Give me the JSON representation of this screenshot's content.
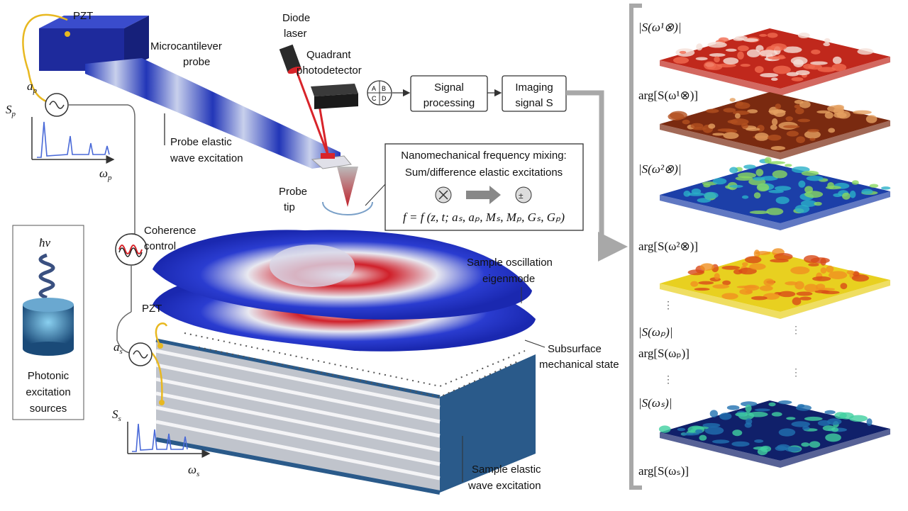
{
  "probe": {
    "pzt_label": "PZT",
    "cantilever_label_line1": "Microcantilever",
    "cantilever_label_line2": "probe",
    "amplitude_label": "a",
    "amplitude_sub": "p",
    "spectrum_y_label": "S",
    "spectrum_y_sub": "p",
    "spectrum_x_label": "ω",
    "spectrum_x_sub": "p",
    "wave_label_line1": "Probe elastic",
    "wave_label_line2": "wave excitation",
    "tip_label_line1": "Probe",
    "tip_label_line2": "tip"
  },
  "detection": {
    "laser_line1": "Diode",
    "laser_line2": "laser",
    "detector_line1": "Quadrant",
    "detector_line2": "photodetector",
    "quadrants": [
      "A",
      "B",
      "C",
      "D"
    ],
    "signal_processing_line1": "Signal",
    "signal_processing_line2": "processing",
    "imaging_line1": "Imaging",
    "imaging_line2": "signal S"
  },
  "mixing_box": {
    "title_line1": "Nanomechanical frequency mixing:",
    "title_line2": "Sum/difference elastic excitations",
    "formula": "f = f (z, t; aₛ, aₚ, Mₛ, Mₚ, Gₛ, Gₚ)"
  },
  "coherence": {
    "line1": "Coherence",
    "line2": "control"
  },
  "photonic": {
    "symbol": "ħν",
    "line1": "Photonic",
    "line2": "excitation",
    "line3": "sources"
  },
  "sample": {
    "eigenmode_line1": "Sample oscillation",
    "eigenmode_line2": "eigenmode",
    "subsurface_line1": "Subsurface",
    "subsurface_line2": "mechanical state",
    "wave_line1": "Sample elastic",
    "wave_line2": "wave excitation",
    "pzt_label": "PZT",
    "amplitude_label": "a",
    "amplitude_sub": "s",
    "spectrum_y_label": "S",
    "spectrum_y_sub": "s",
    "spectrum_x_label": "ω",
    "spectrum_x_sub": "s"
  },
  "outputs": [
    {
      "label": "|S(ω¹⊗)|",
      "colors": [
        "#c0281c",
        "#f06a50",
        "#f5e0d8"
      ]
    },
    {
      "label": "arg[S(ω¹⊗)]",
      "colors": [
        "#7a2a10",
        "#b3501f",
        "#e5a060"
      ]
    },
    {
      "label": "|S(ω²⊗)|",
      "colors": [
        "#1c3fa8",
        "#2ab0c8",
        "#8ad860"
      ]
    },
    {
      "label": "arg[S(ω²⊗)]",
      "colors": [
        "#e8d020",
        "#f09020",
        "#d84a18"
      ]
    },
    {
      "label": "|S(ωₚ)|"
    },
    {
      "label": "arg[S(ωₚ)]"
    },
    {
      "label": "|S(ωₛ)|",
      "colors": [
        "#10206a",
        "#2070b0",
        "#40d0a0"
      ]
    },
    {
      "label": "arg[S(ωₛ)]"
    }
  ],
  "colors": {
    "probe_blue": "#2236b8",
    "laser_red": "#d8242a",
    "connector_gray": "#a8a8a8",
    "wire_yellow": "#e8b820"
  }
}
